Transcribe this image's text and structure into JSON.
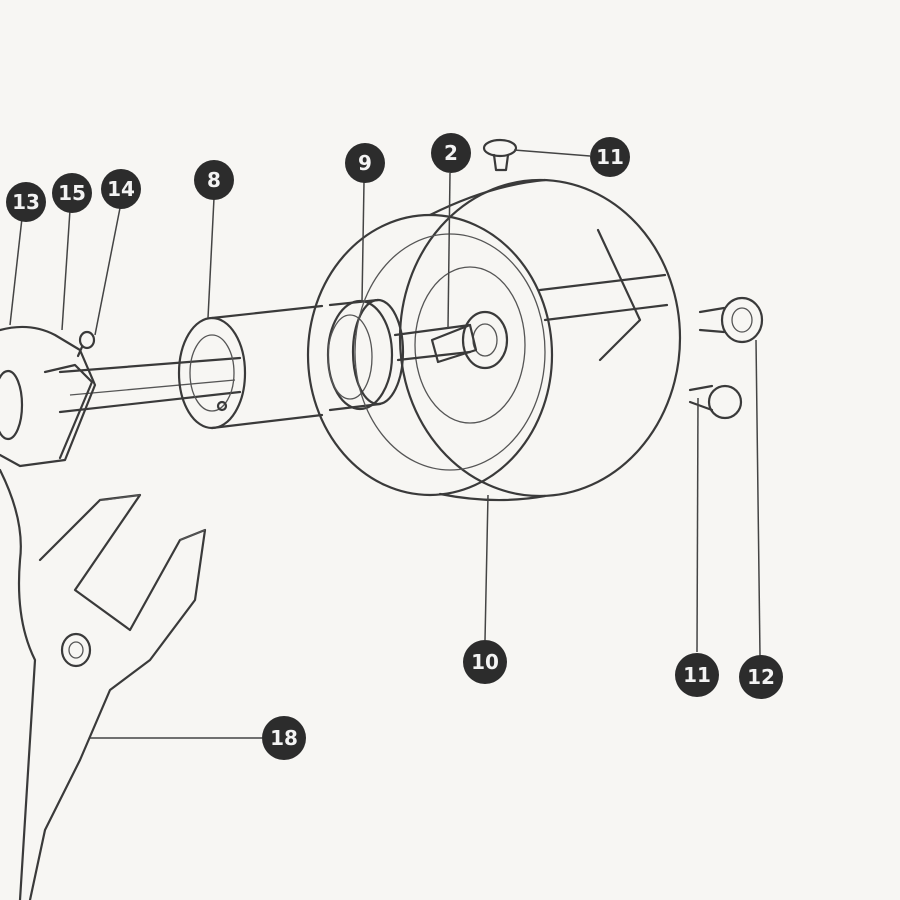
{
  "callouts": [
    {
      "id": "c13",
      "label": "13"
    },
    {
      "id": "c15",
      "label": "15"
    },
    {
      "id": "c14",
      "label": "14"
    },
    {
      "id": "c8",
      "label": "8"
    },
    {
      "id": "c9",
      "label": "9"
    },
    {
      "id": "c2",
      "label": "2"
    },
    {
      "id": "c11a",
      "label": "11"
    },
    {
      "id": "c10",
      "label": "10"
    },
    {
      "id": "c11b",
      "label": "11"
    },
    {
      "id": "c12",
      "label": "12"
    },
    {
      "id": "c18",
      "label": "18"
    }
  ],
  "colors": {
    "ink": "#2c2c2c",
    "paper": "#f7f6f3"
  }
}
